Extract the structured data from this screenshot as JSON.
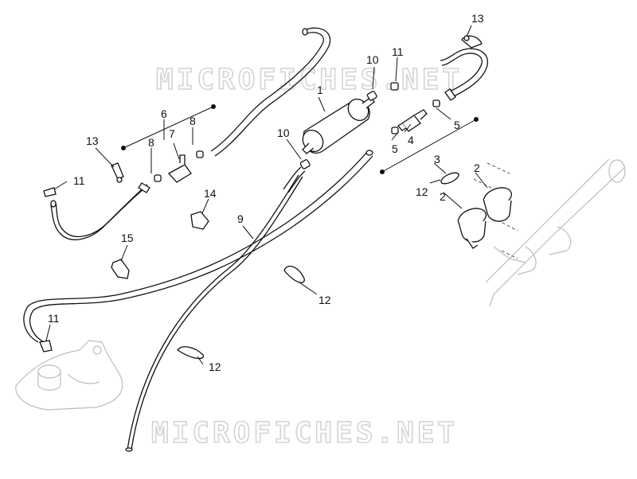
{
  "watermarks": [
    "MICROFICHES.NET",
    "MICROFICHES.NET"
  ],
  "callouts": [
    {
      "id": "c1",
      "text": "1"
    },
    {
      "id": "c2a",
      "text": "2"
    },
    {
      "id": "c2b",
      "text": "2"
    },
    {
      "id": "c3",
      "text": "3"
    },
    {
      "id": "c4",
      "text": "4"
    },
    {
      "id": "c5a",
      "text": "5"
    },
    {
      "id": "c5b",
      "text": "5"
    },
    {
      "id": "c6",
      "text": "6"
    },
    {
      "id": "c7",
      "text": "7"
    },
    {
      "id": "c8a",
      "text": "8"
    },
    {
      "id": "c8b",
      "text": "8"
    },
    {
      "id": "c9",
      "text": "9"
    },
    {
      "id": "c10a",
      "text": "10"
    },
    {
      "id": "c10b",
      "text": "10"
    },
    {
      "id": "c11a",
      "text": "11"
    },
    {
      "id": "c11b",
      "text": "11"
    },
    {
      "id": "c11c",
      "text": "11"
    },
    {
      "id": "c12a",
      "text": "12"
    },
    {
      "id": "c12b",
      "text": "12"
    },
    {
      "id": "c12c",
      "text": "12"
    },
    {
      "id": "c13a",
      "text": "13"
    },
    {
      "id": "c13b",
      "text": "13"
    },
    {
      "id": "c14",
      "text": "14"
    },
    {
      "id": "c15",
      "text": "15"
    }
  ]
}
